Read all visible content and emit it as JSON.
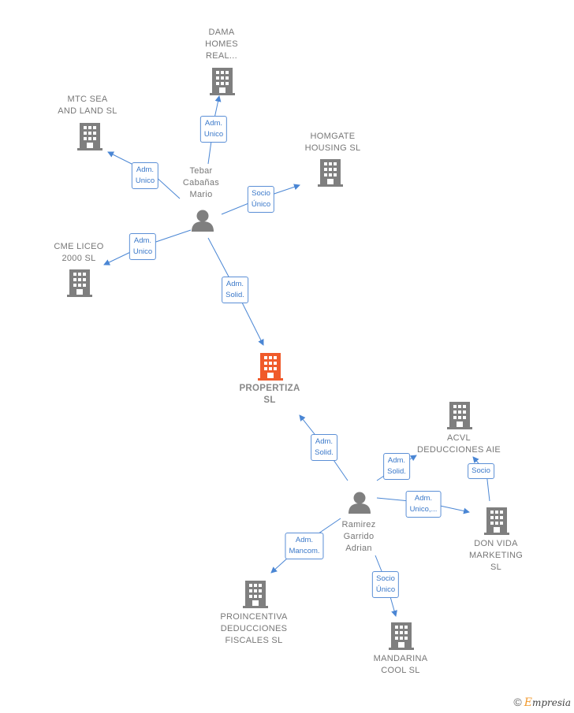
{
  "nodes": {
    "propertiza": "PROPERTIZA\nSL",
    "tebar": "Tebar\nCabañas\nMario",
    "ramirez": "Ramirez\nGarrido\nAdrian",
    "dama": "DAMA\nHOMES\nREAL...",
    "mtc": "MTC SEA\nAND LAND  SL",
    "homgate": "HOMGATE\nHOUSING  SL",
    "cme": "CME LICEO\n2000 SL",
    "acvl": "ACVL\nDEDUCCIONES AIE",
    "donvida": "DON VIDA\nMARKETING\nSL",
    "proincentiva": "PROINCENTIVA\nDEDUCCIONES\nFISCALES  SL",
    "mandarina": "MANDARINA\nCOOL  SL"
  },
  "edges": {
    "tebar_dama": "Adm.\nUnico",
    "tebar_mtc": "Adm.\nUnico",
    "tebar_homgate": "Socio\nÚnico",
    "tebar_cme": "Adm.\nUnico",
    "tebar_propertiza": "Adm.\nSolid.",
    "ramirez_propertiza": "Adm.\nSolid.",
    "ramirez_acvl": "Adm.\nSolid.",
    "ramirez_donvida": "Adm.\nUnico,...",
    "donvida_acvl": "Socio",
    "ramirez_proincentiva": "Adm.\nMancom.",
    "ramirez_mandarina": "Socio\nÚnico"
  },
  "colors": {
    "edge": "#4a86d4",
    "building": "#7f7f7f",
    "building_main": "#f05a2a",
    "person": "#7f7f7f"
  },
  "brand": {
    "copyright": "©",
    "e": "E",
    "rest": "mpresia"
  }
}
